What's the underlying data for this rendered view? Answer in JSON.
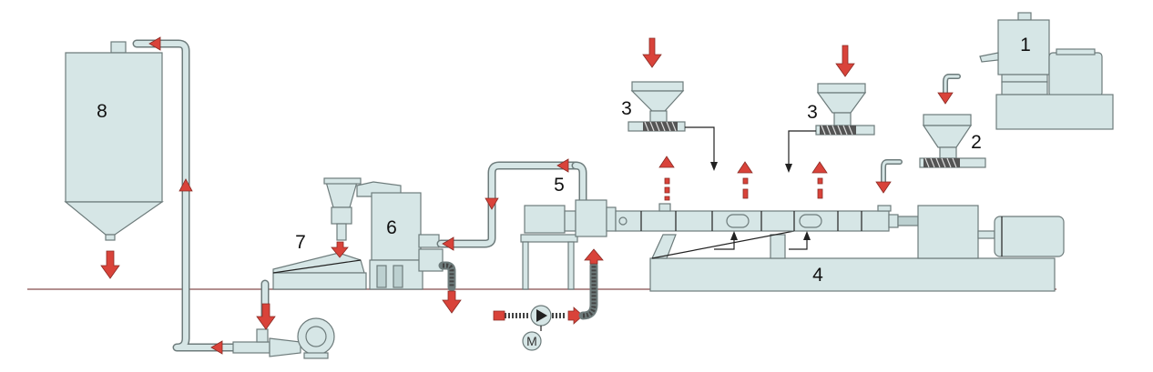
{
  "labels": {
    "dryer": "1",
    "side_feeder": "2",
    "hopper_left": "3",
    "hopper_right": "3",
    "extruder_base": "4",
    "die_head": "5",
    "pelletizer": "6",
    "vibrating_screen": "7",
    "storage_silo": "8",
    "motor": "M"
  },
  "colors": {
    "equipment_fill": "#d6e6e6",
    "equipment_stroke": "#6d7b7b",
    "arrow": "#d9433a",
    "ground_line": "#9a6a6a"
  }
}
